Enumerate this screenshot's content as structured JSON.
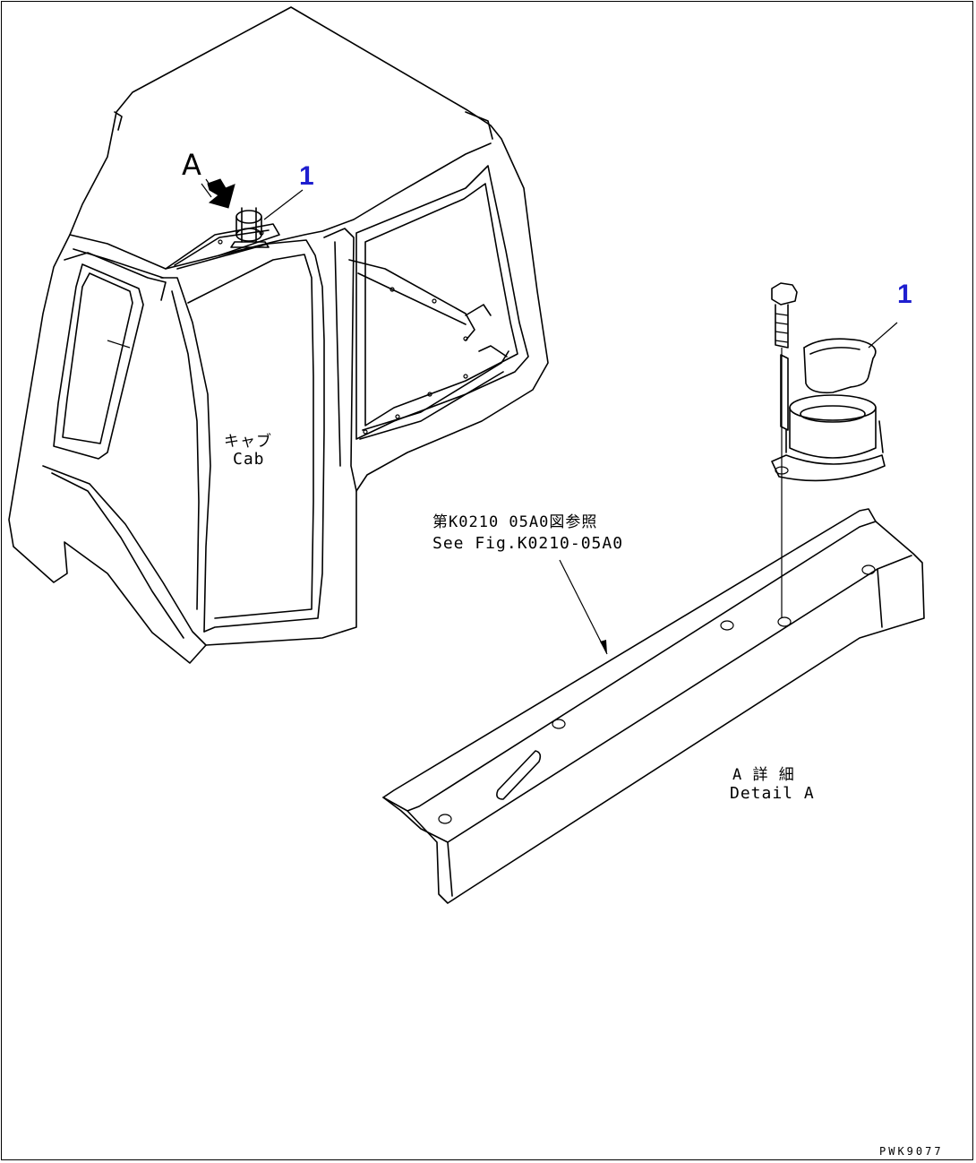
{
  "view_label": "A",
  "callouts": {
    "cab_item": "1",
    "detail_item": "1"
  },
  "cab": {
    "label_jp": "キャブ",
    "label_en": "Cab"
  },
  "reference": {
    "label_jp": "第K0210 05A0図参照",
    "label_en": "See Fig.K0210-05A0"
  },
  "detail": {
    "label_jp": "A 詳 細",
    "label_en": "Detail A"
  },
  "drawing_code": "PWK9077",
  "colors": {
    "line": "#000000",
    "callout": "#1f1fcf",
    "background": "#ffffff"
  }
}
